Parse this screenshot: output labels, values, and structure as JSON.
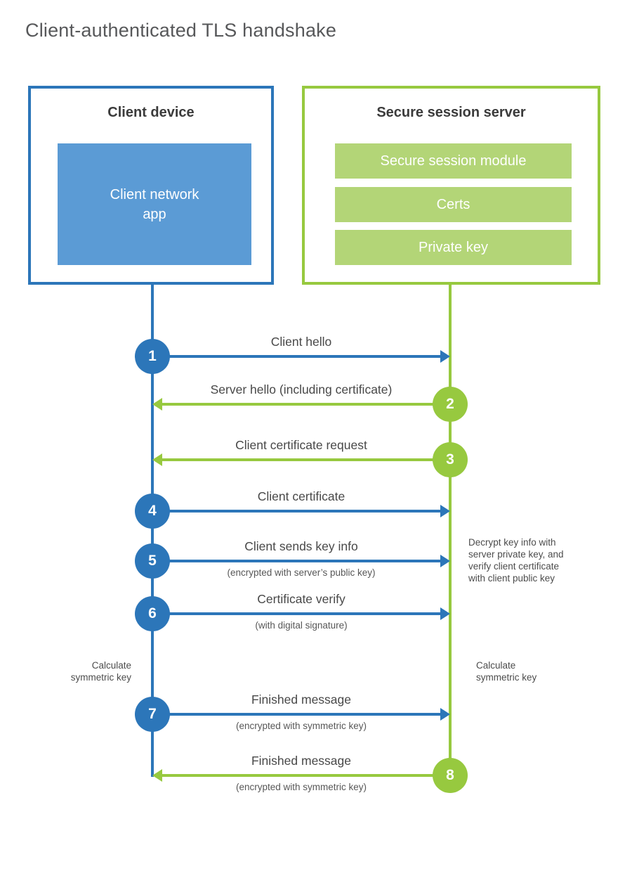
{
  "title": "Client-authenticated TLS handshake",
  "client": {
    "title": "Client device",
    "app_label": "Client network\napp"
  },
  "server": {
    "title": "Secure session server",
    "modules": [
      "Secure session module",
      "Certs",
      "Private key"
    ]
  },
  "messages": [
    {
      "num": "1",
      "from": "client",
      "label": "Client hello",
      "sublabel": ""
    },
    {
      "num": "2",
      "from": "server",
      "label": "Server hello (including certificate)",
      "sublabel": ""
    },
    {
      "num": "3",
      "from": "server",
      "label": "Client certificate request",
      "sublabel": ""
    },
    {
      "num": "4",
      "from": "client",
      "label": "Client certificate",
      "sublabel": ""
    },
    {
      "num": "5",
      "from": "client",
      "label": "Client sends key info",
      "sublabel": "(encrypted with server’s public key)"
    },
    {
      "num": "6",
      "from": "client",
      "label": "Certificate verify",
      "sublabel": "(with digital signature)"
    },
    {
      "num": "7",
      "from": "client",
      "label": "Finished message",
      "sublabel": "(encrypted with symmetric key)"
    },
    {
      "num": "8",
      "from": "server",
      "label": "Finished message",
      "sublabel": "(encrypted with symmetric key)"
    }
  ],
  "annotations": {
    "decrypt": "Decrypt key info with\nserver private key, and\nverify client certificate\nwith client public key",
    "calc_left": "Calculate\nsymmetric key",
    "calc_right": "Calculate\nsymmetric key"
  },
  "colors": {
    "blue": "#2c76b9",
    "blue_fill": "#5b9bd5",
    "green": "#97c93f",
    "green_fill": "#b3d577"
  }
}
